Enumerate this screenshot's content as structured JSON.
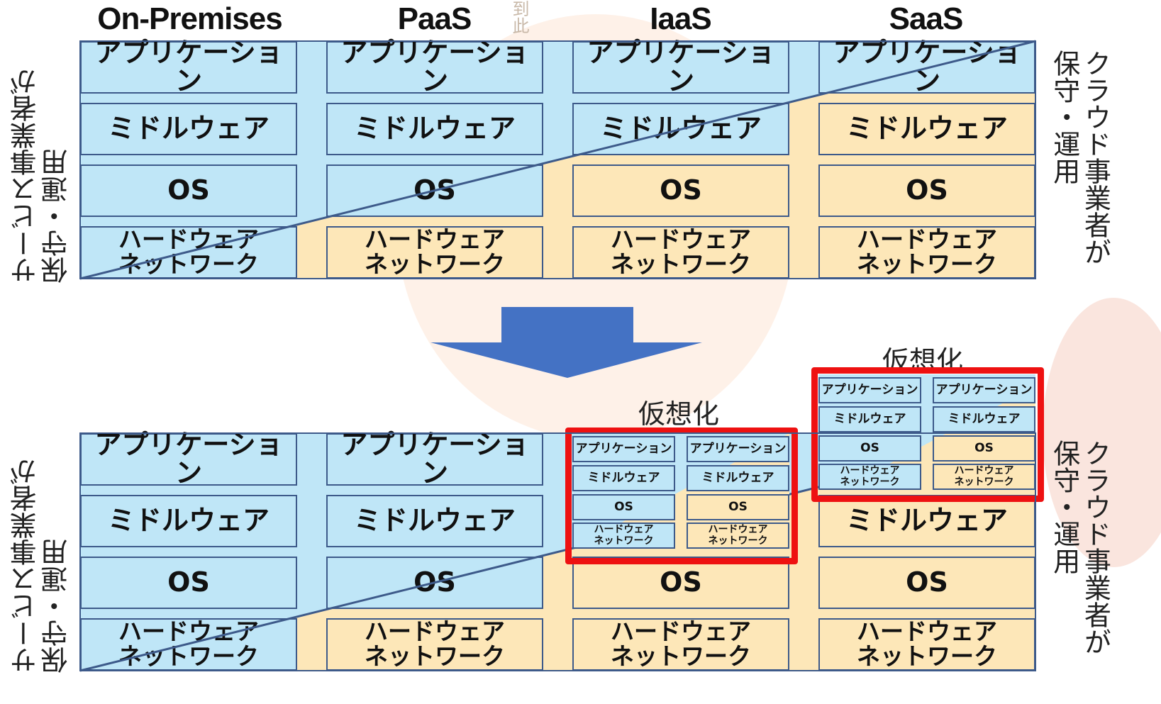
{
  "columns": [
    "On-Premises",
    "PaaS",
    "IaaS",
    "SaaS"
  ],
  "layers": {
    "application": "アプリケーション",
    "middleware": "ミドルウェア",
    "os": "OS",
    "hardware": "ハードウェア\nネットワーク"
  },
  "side_labels": {
    "left": "サービス事業者が\n保守・運用",
    "right": "クラウド事業者が\n保守・運用"
  },
  "virtualization_label": "仮想化",
  "watermark_text": "到此",
  "colors": {
    "provider_managed": "#bfe6f7",
    "cloud_managed": "#fde7b8",
    "border": "#3d5a8a",
    "highlight": "#ee1111",
    "arrow": "#4472c4"
  }
}
